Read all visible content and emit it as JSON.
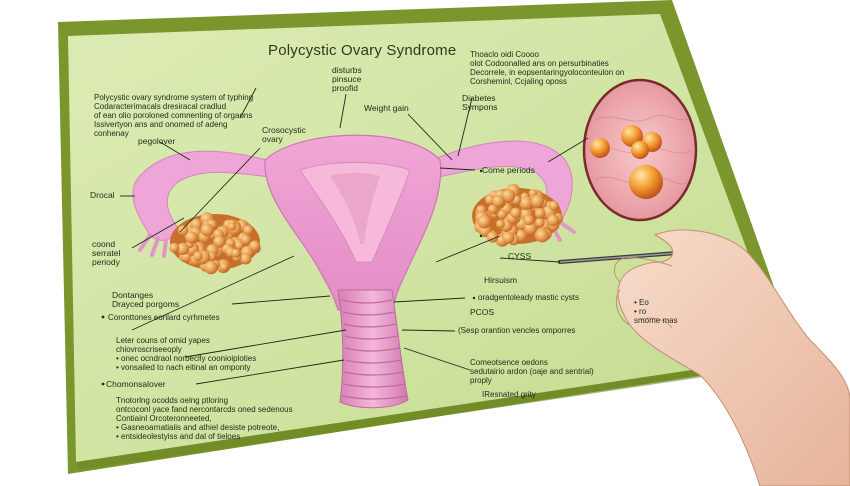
{
  "diagram": {
    "title": "Polycystic Ovary Syndrome",
    "labels": {
      "top_left_paragraph": "Polycystic ovary syndrome system of typhing\nCodaracterimacals dresiracal cradlud\nof ean olio poroloned comnenting of orgaons\nIssivertyon ans and onomed of adeng\nconhenay",
      "pegolover": "pegolover",
      "crosocystic_ovary": "Crosocystic\novary",
      "disturbs_pinsuce_proofid": "disturbs\npinsuce\nproofid",
      "weight_gain": "Weight gain",
      "diabetes_sympons": "Diabetes\nSympons",
      "top_right_paragraph": "Thoaclo oidi Coooo\nolot Codoonalled ans on persurbinaties\nDecorrele, in eopsentaringyoloconteulon on\nCorsheminl, Ccjaling oposs",
      "drocal": "Drocal",
      "come_periods": "Come periods",
      "coond_serratel_periody": "coond\nserratel\nperiody",
      "cyss": "CYSS",
      "hirsuism": "Hirsuism",
      "dontanges_drayced_porgoms": "Dontanges\nDrayced porgoms",
      "oradgentoleady_mastic_cysts": "oradgentoleady mastic cysts",
      "pcos": "PCOS",
      "coronttones_eonlard_cyrhmetes": "Coronttones eonlard cyrhmetes",
      "sesp_oruntion_vencles_omporres": "(Sesp orantion vencles omporres",
      "left_middle_paragraph": "Leter couns of omid yapes\n  chiovroscriseeoply\n  • onec ocndraol norbeclly coonioiploties\n  • vonsailed to nach eitinal an omponty",
      "right_bullets": "• Eo\n• ro\nsmome mas",
      "chomonsalover": "Chomonsalover",
      "comeotsence_oedons": "Comeotsence oedons\nsedutairio ardon (oaje and sentrial)\nproply",
      "lower_left_paragraph": "Tnotorlng ocodds oelng ptloring\nontcoconl yace fand nercontarcds oned sedenous\nContiainl Orcoteronneeted,\n  • Gasneoarnatiaiis and athiel desiste potreote,\n  • entsideolestyiss and dal of tieloes",
      "resnated_grity": "IResnated grity"
    }
  }
}
